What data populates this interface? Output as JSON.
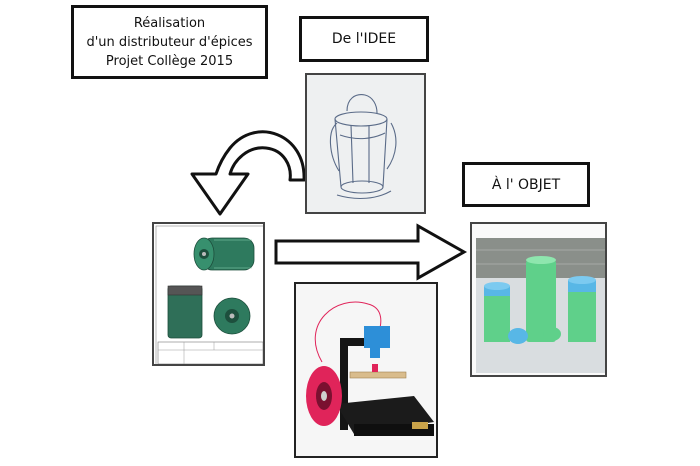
{
  "title_box": {
    "line1": "Réalisation",
    "line2": "d'un distributeur d'épices",
    "line3": "Projet Collège 2015"
  },
  "idee_label": "De l'IDEE",
  "objet_label": "À l' OBJET",
  "colors": {
    "outline": "#111111",
    "cad_green": "#2e7a5e",
    "printer_red": "#e0245a",
    "object_green": "#5fd08a",
    "object_blue": "#58b7e6",
    "facebook_blue": "#3b5998"
  },
  "icons": [
    "curved-arrow-icon",
    "right-arrow-icon"
  ]
}
